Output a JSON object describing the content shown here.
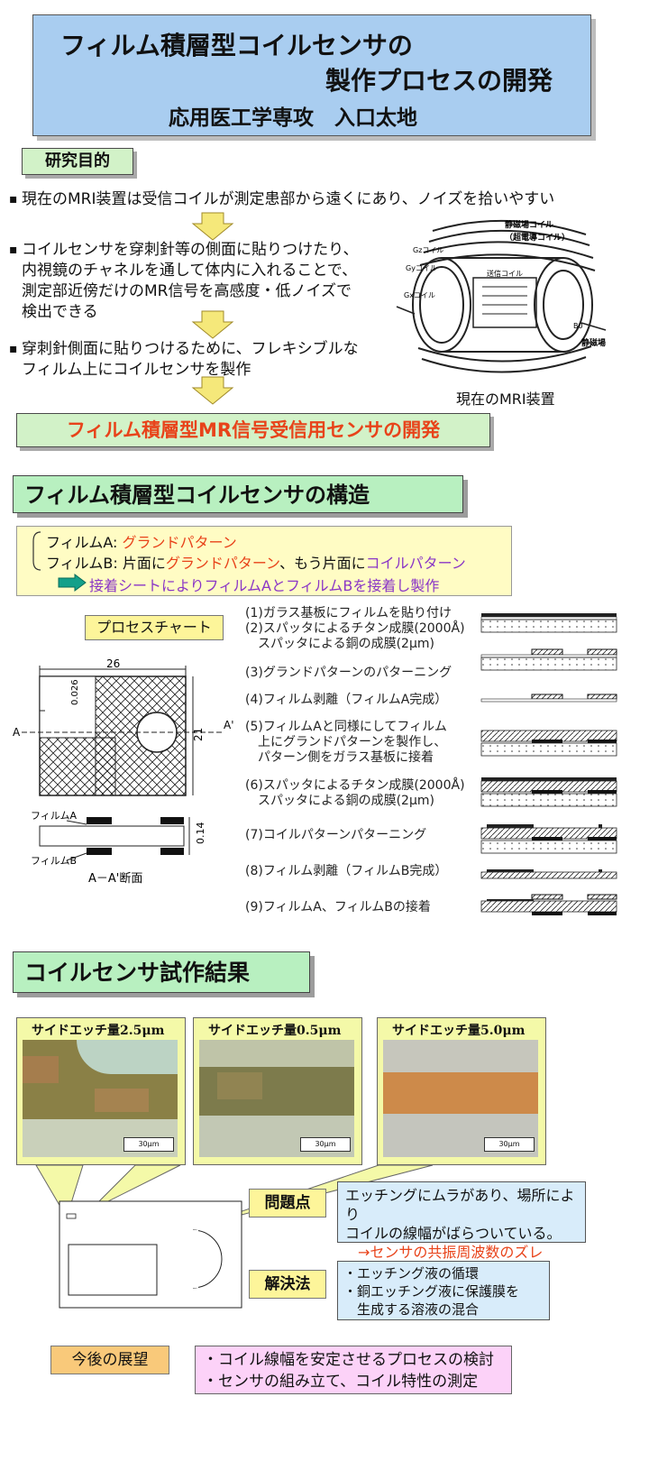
{
  "title": {
    "line1": "フィルム積層型コイルセンサの",
    "line2": "製作プロセスの開発",
    "author": "応用医工学専攻　入口太地"
  },
  "section1": {
    "heading": "研究目的",
    "bullets": [
      "現在のMRI装置は受信コイルが測定患部から遠くにあり、ノイズを拾いやすい",
      "コイルセンサを穿刺針等の側面に貼りつけたり、",
      "内視鏡のチャネルを通して体内に入れることで、",
      "測定部近傍だけのMR信号を高感度・低ノイズで",
      "検出できる",
      "穿刺針側面に貼りつけるために、フレキシブルな",
      "フィルム上にコイルセンサを製作"
    ],
    "figure_caption": "現在のMRI装置",
    "figure_labels": [
      "静磁場コイル",
      "（超電導コイル）",
      "Gzコイル",
      "Gyコイル",
      "Gxコイル",
      "送信コイル",
      "静磁場",
      "B0"
    ],
    "conclusion": "フィルム積層型MR信号受信用センサの開発"
  },
  "section2": {
    "heading": "フィルム積層型コイルセンサの構造",
    "film_a_prefix": "フィルムA: ",
    "film_a_value": "グランドパターン",
    "film_b_prefix": "フィルムB: 片面に",
    "film_b_value1": "グランドパターン",
    "film_b_mid": "、もう片面に",
    "film_b_value2": "コイルパターン",
    "bond_note": "接着シートによりフィルムAとフィルムBを接着し製作",
    "process_chart_label": "プロセスチャート",
    "diagram": {
      "width_label": "26",
      "height_label": "21",
      "gap_label": "0.026",
      "thickness_label": "0.14",
      "a_label": "A",
      "a_prime_label": "A'",
      "film_a_label": "フィルムA",
      "film_b_label": "フィルムB",
      "section_label": "A－A'断面"
    },
    "steps": [
      "(1)ガラス基板にフィルムを貼り付け",
      "(2)スパッタによるチタン成膜(2000Å)",
      "　スパッタによる銅の成膜(2μm)",
      "(3)グランドパターンのパターニング",
      "(4)フィルム剥離（フィルムA完成）",
      "(5)フィルムAと同様にしてフィルム",
      "　上にグランドパターンを製作し、",
      "　パターン側をガラス基板に接着",
      "(6)スパッタによるチタン成膜(2000Å)",
      "　スパッタによる銅の成膜(2μm)",
      "(7)コイルパターンパターニング",
      "(8)フィルム剥離（フィルムB完成）",
      "(9)フィルムA、フィルムBの接着"
    ]
  },
  "section3": {
    "heading": "コイルセンサ試作結果",
    "photos": [
      {
        "label": "サイドエッチ量2.5μm",
        "scale": "30μm"
      },
      {
        "label": "サイドエッチ量0.5μm",
        "scale": "30μm"
      },
      {
        "label": "サイドエッチ量5.0μm",
        "scale": "30μm"
      }
    ],
    "problem_label": "問題点",
    "problem_lines": [
      "エッチングにムラがあり、場所により",
      "コイルの線幅がばらついている。"
    ],
    "problem_result": "→センサの共振周波数のズレ",
    "solution_label": "解決法",
    "solution_lines": [
      "・エッチング液の循環",
      "・銅エッチング液に保護膜を",
      "　生成する溶液の混合"
    ],
    "outlook_label": "今後の展望",
    "outlook_lines": [
      "・コイル線幅を安定させるプロセスの検討",
      "・センサの組み立て、コイル特性の測定"
    ]
  },
  "colors": {
    "title_bg": "#a9cdf0",
    "tag_bg": "#d2f2c8",
    "accent_red": "#e8431a",
    "accent_purple": "#8a36c6"
  }
}
